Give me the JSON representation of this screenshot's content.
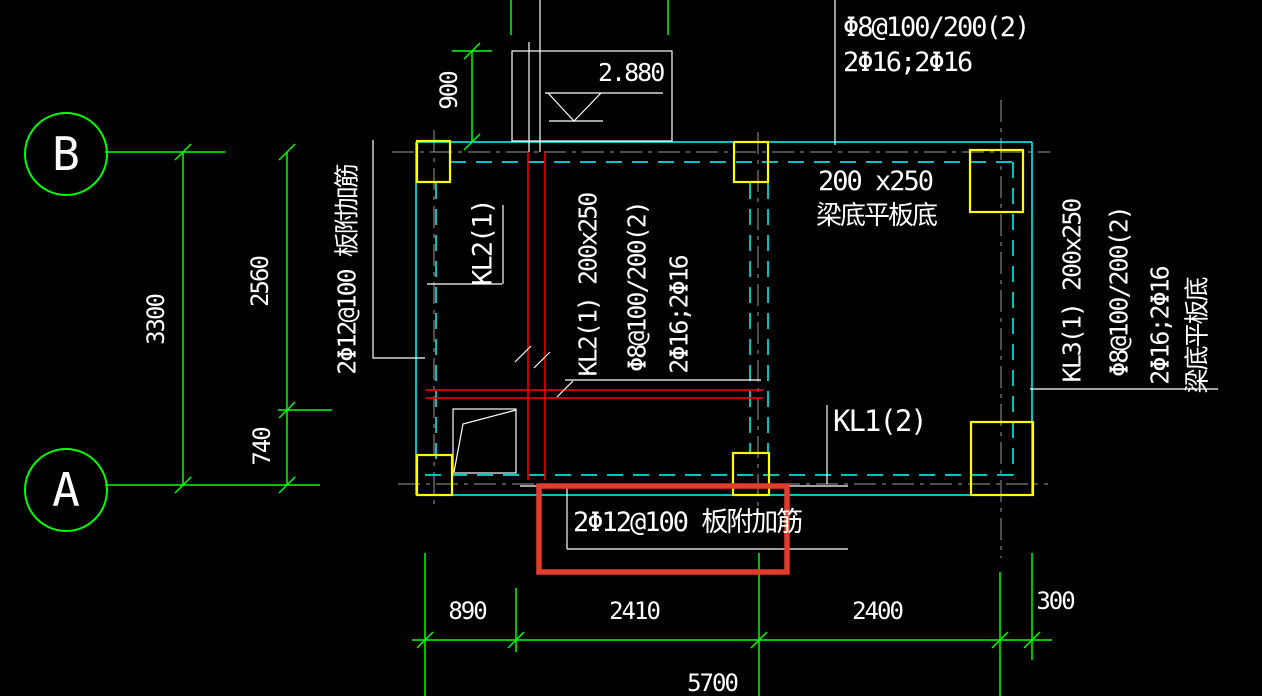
{
  "drawing_type": "beam plan (CAD viewport)",
  "grid_bubbles": {
    "top": "B",
    "bottom": "A"
  },
  "elevation": {
    "value": "2.880"
  },
  "dimensions": {
    "left_total": "3300",
    "left_upper": "2560",
    "left_lower": "740",
    "top_left": "900",
    "bottom_1": "890",
    "bottom_2": "2410",
    "bottom_3": "2400",
    "bottom_4": "300",
    "bottom_total": "5700"
  },
  "notes": {
    "top_line1": "Φ8@100/200(2)",
    "top_line2": "2Φ16;2Φ16",
    "left_rotated": "2Φ12@100 板附加筋",
    "kl2_label": "KL2(1)",
    "kl2_line1": "KL2(1) 200x250",
    "kl2_line2": "Φ8@100/200(2)",
    "kl2_line3": "2Φ16;2Φ16",
    "mid_line1": "200 x250",
    "mid_line2": "梁底平板底",
    "kl1_label": "KL1(2)",
    "kl3_line1": "KL3(1) 200x250",
    "kl3_line2": "Φ8@100/200(2)",
    "kl3_line3": "2Φ16;2Φ16",
    "kl3_line4": "梁底平板底",
    "highlighted": "2Φ12@100 板附加筋"
  },
  "colors": {
    "background": "#000000",
    "grid_green": "#00ff00",
    "beam_cyan": "#00ffff",
    "column_yellow": "#ffff00",
    "rebar_red": "#ff0000",
    "highlight_red": "#e23c2d",
    "line_white": "#ffffff",
    "grid_gray": "#9a9a9a"
  }
}
